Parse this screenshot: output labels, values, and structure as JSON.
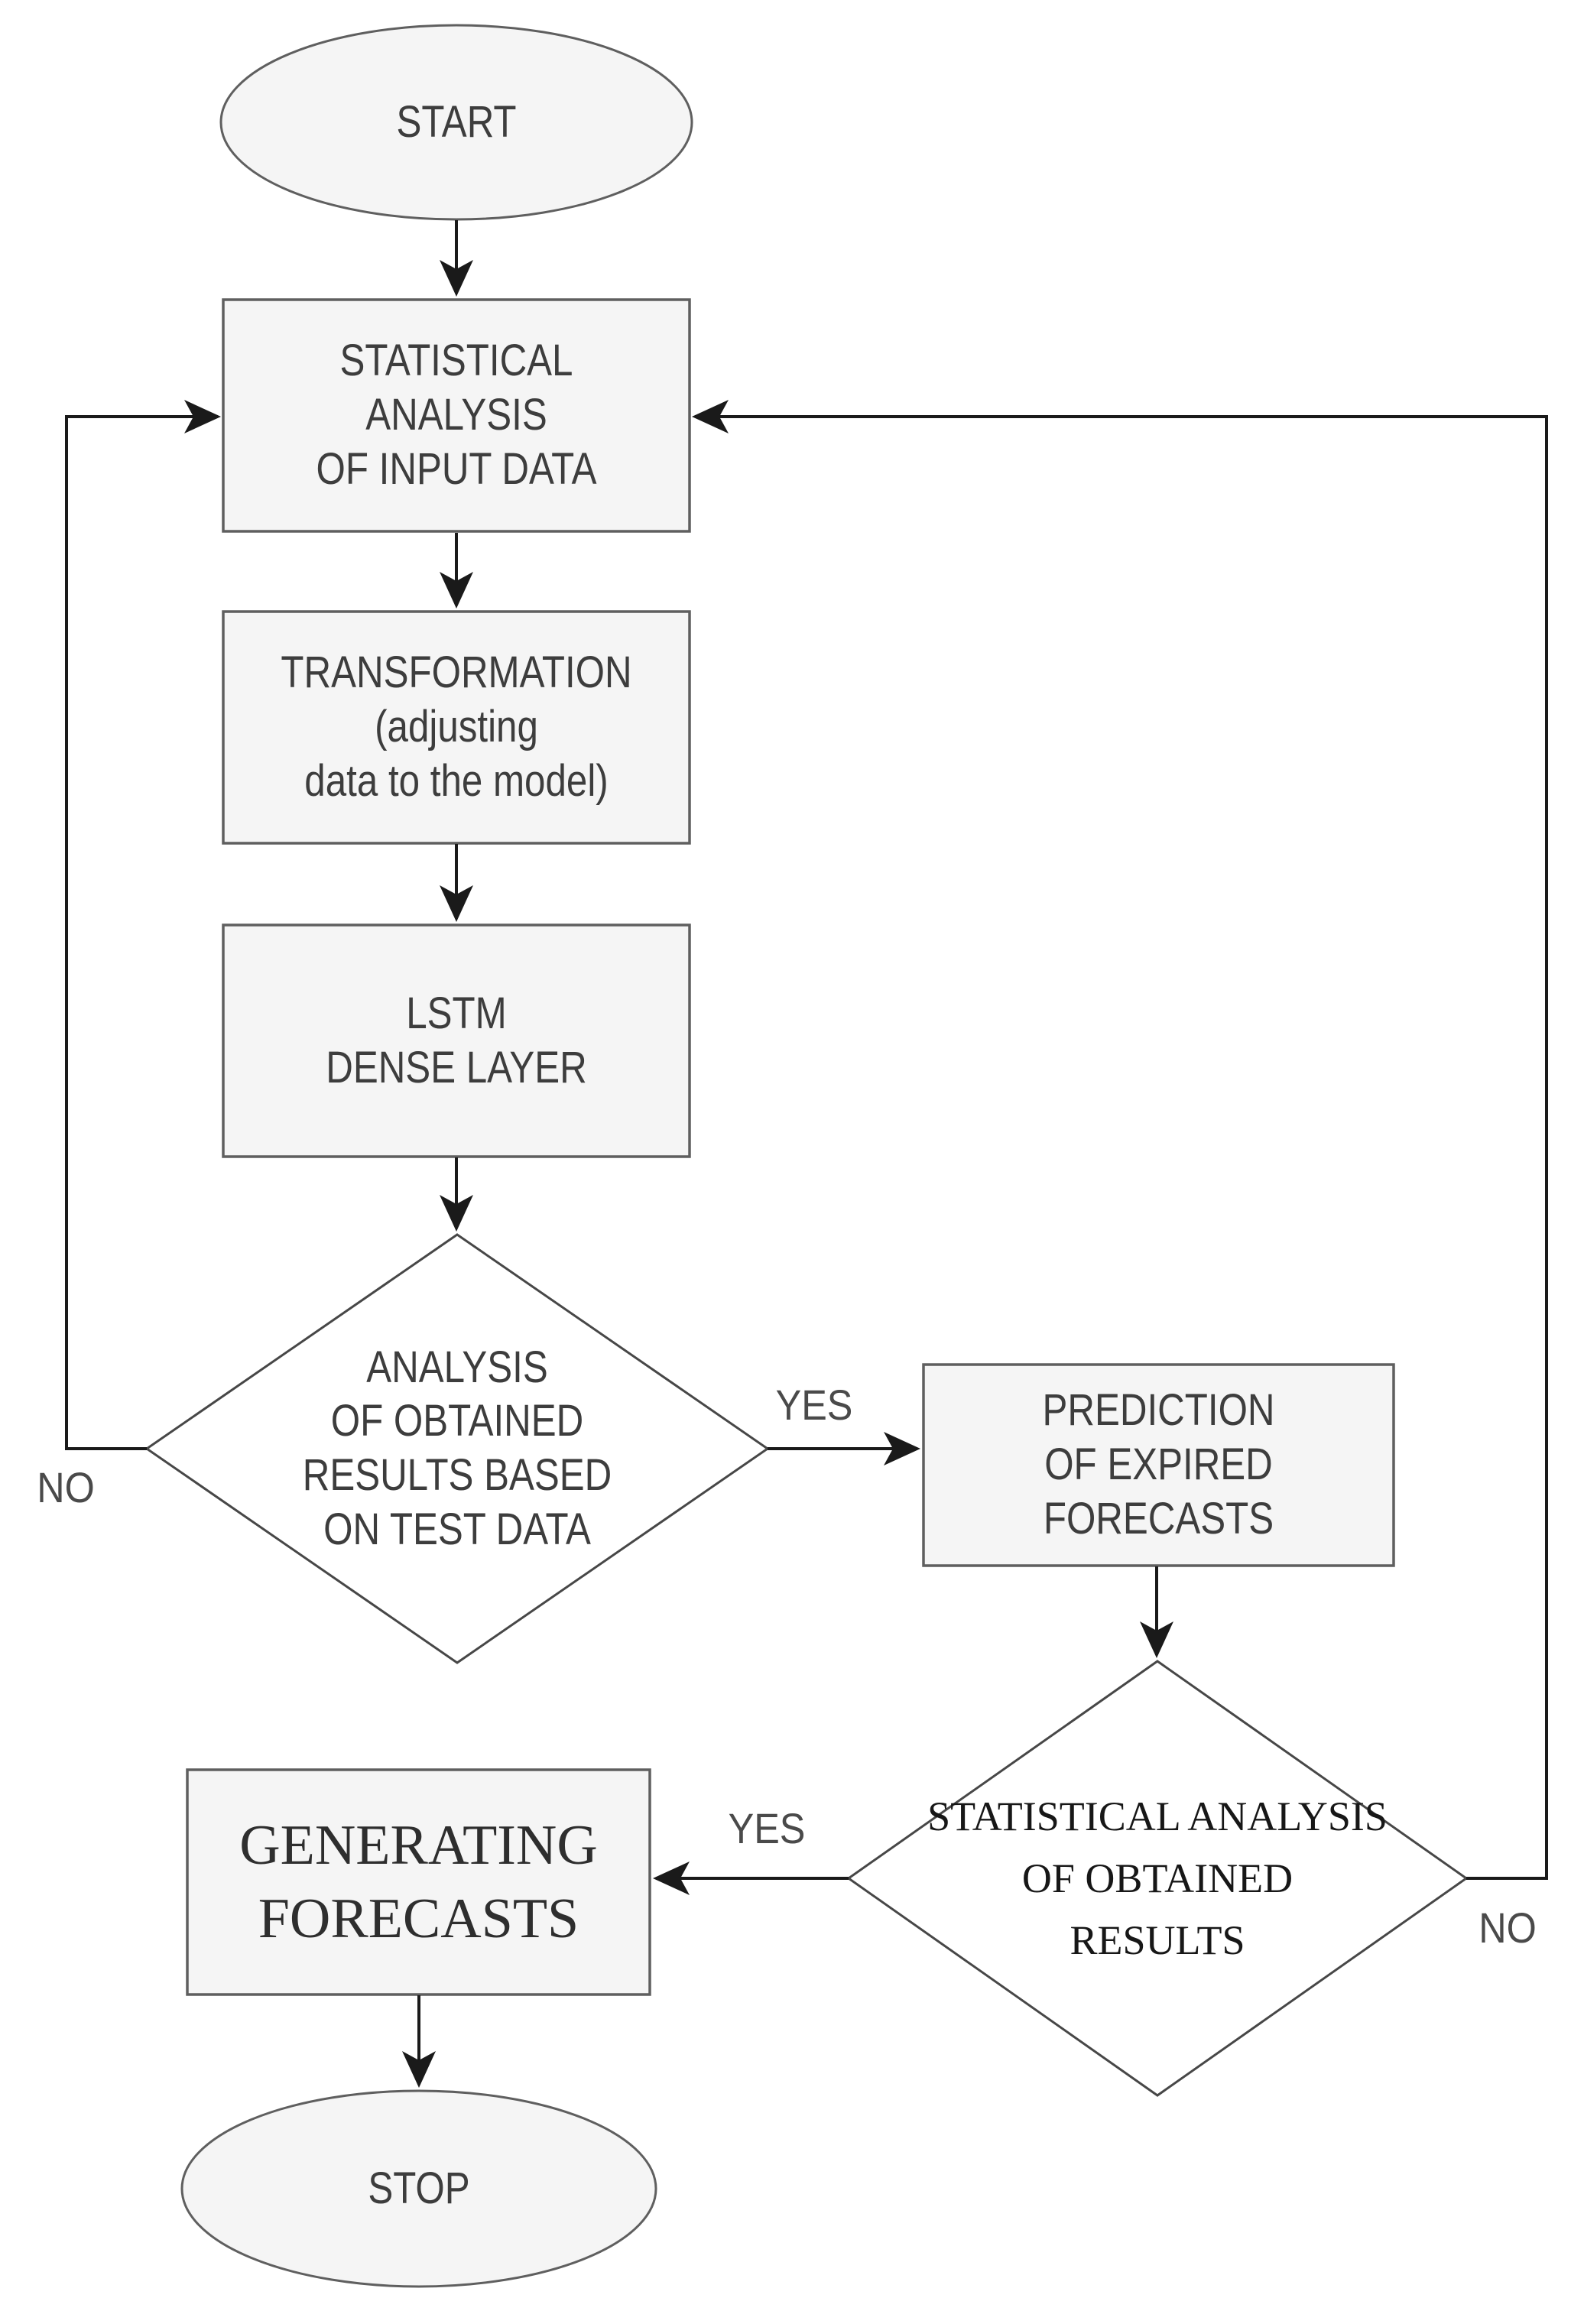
{
  "colors": {
    "background": "#ffffff",
    "node_fill": "#f5f5f5",
    "node_border": "#5f5f5f",
    "diamond_fill": "#ffffff",
    "diamond_border": "#474747",
    "arrow": "#1a1a1a",
    "sans_text": "#3d3d3d",
    "serif_text": "#171717",
    "edge_label_text": "#4a4a4a"
  },
  "nodes": {
    "start": "START",
    "statistical_analysis_input": "STATISTICAL\nANALYSIS\nOF INPUT DATA",
    "transformation": "TRANSFORMATION\n(adjusting\ndata to the model)",
    "lstm_dense": "LSTM\nDENSE LAYER",
    "analysis_test_data": "ANALYSIS\nOF OBTAINED\nRESULTS BASED\nON TEST DATA",
    "prediction_expired": "PREDICTION\nOF EXPIRED\nFORECASTS",
    "statistical_analysis_results": "STATISTICAL ANALYSIS\nOF OBTAINED\nRESULTS",
    "generating_forecasts": "GENERATING\nFORECASTS",
    "stop": "STOP"
  },
  "edge_labels": {
    "analysis_yes": "YES",
    "analysis_no": "NO",
    "results_yes": "YES",
    "results_no": "NO"
  }
}
